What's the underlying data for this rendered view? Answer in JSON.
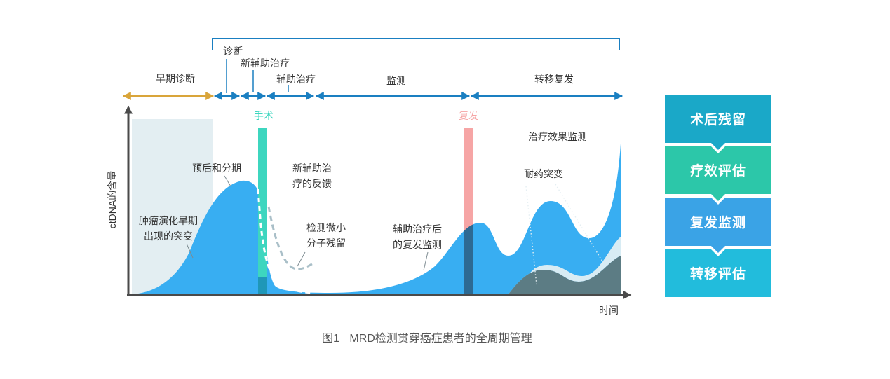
{
  "figure": {
    "number": "图1",
    "caption": "MRD检测贯穿癌症患者的全周期管理"
  },
  "timeline": {
    "early_diagnosis": "早期诊断",
    "diagnosis": "诊断",
    "neoadjuvant": "新辅助治疗",
    "adjuvant": "辅助治疗",
    "monitoring": "监测",
    "metastasis_relapse": "转移复发"
  },
  "events": {
    "surgery": "手术",
    "relapse": "复发"
  },
  "axes": {
    "y_label": "ctDNA的含量",
    "x_label": "时间"
  },
  "annotations": {
    "prognosis": "预后和分期",
    "neoadjuvant_feedback": [
      "新辅助治",
      "疗的反馈"
    ],
    "early_mutation": [
      "肿瘤演化早期",
      "出现的突变"
    ],
    "mrd_detection": [
      "检测微小",
      "分子残留"
    ],
    "post_adjuvant": [
      "辅助治疗后",
      "的复发监测"
    ],
    "treatment_monitoring": "治疗效果监测",
    "resistance_mutation": "耐药突变"
  },
  "stages": [
    {
      "label": "术后残留",
      "color": "#1aa8c8"
    },
    {
      "label": "疗效评估",
      "color": "#2cc7a9"
    },
    {
      "label": "复发监测",
      "color": "#3aa3e6"
    },
    {
      "label": "转移评估",
      "color": "#22bcdc"
    }
  ],
  "colors": {
    "timeline_blue": "#1a7fc1",
    "early_gold": "#d9a53a",
    "ctdna_area": "#38aef2",
    "surgery": "#3dd6bf",
    "surgery_dark": "#1f97b8",
    "relapse": "#f6a5a5",
    "relapse_dark": "#2d6a93",
    "resistance_area": "#5c7c84",
    "resistance_band": "#d8ecf4",
    "early_shade": "#e3eef2",
    "axis": "#4a4a4a",
    "mrd_dash": "#a9bfc8",
    "surgery_dash": "#ffffff"
  }
}
